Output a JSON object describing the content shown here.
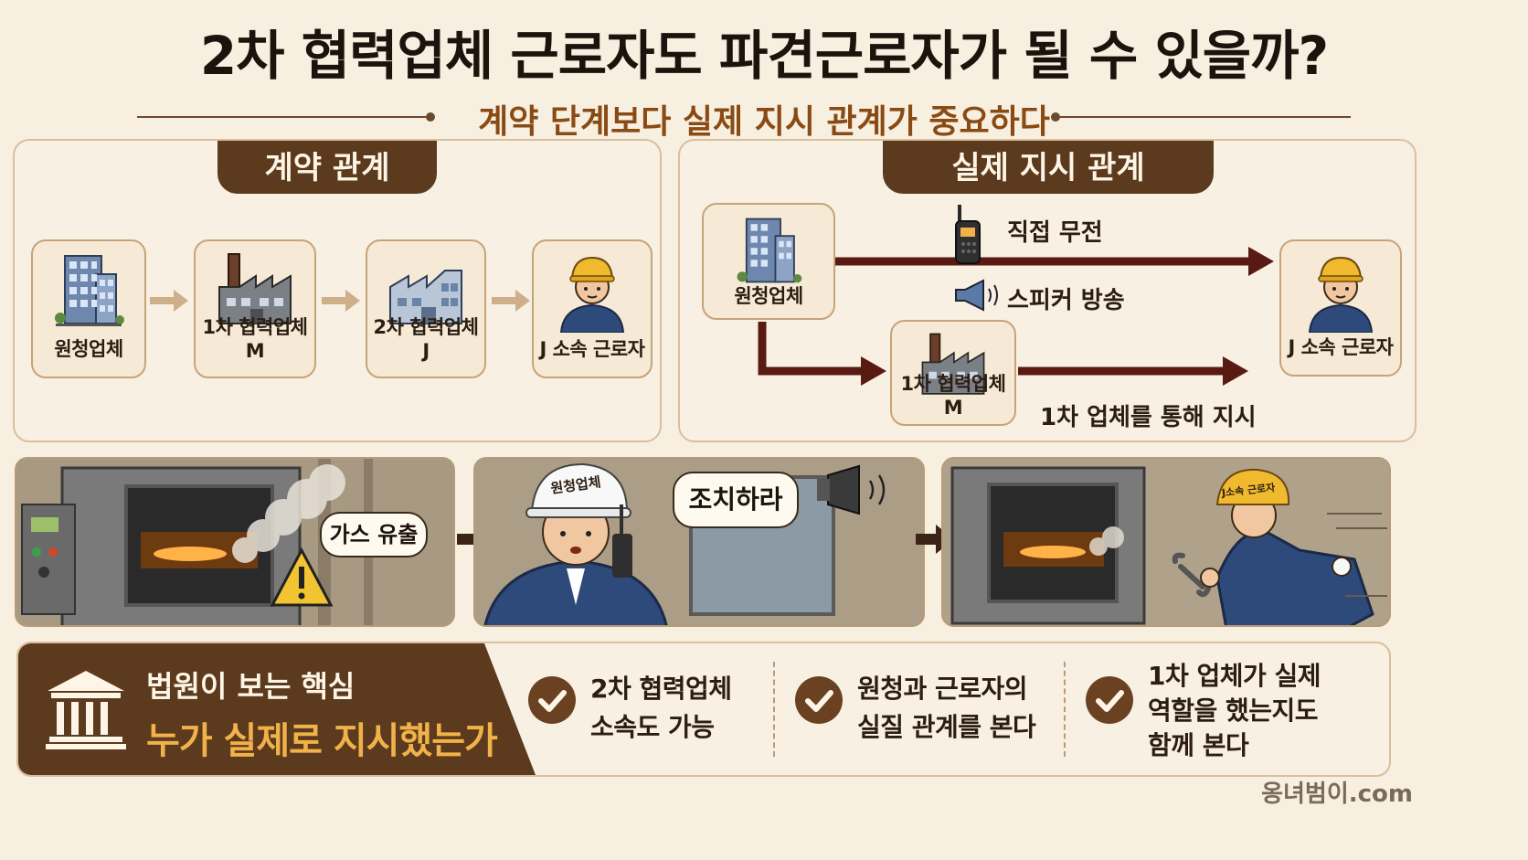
{
  "title": "2차 협력업체 근로자도 파견근로자가 될 수 있을까?",
  "subtitle": "계약 단계보다 실제 지시 관계가 중요하다",
  "contract_panel": {
    "header": "계약 관계",
    "nodes": [
      "원청업체",
      "1차 협력업체 M",
      "2차 협력업체 J",
      "J 소속 근로자"
    ]
  },
  "actual_panel": {
    "header": "실제 지시 관계",
    "principal": "원청업체",
    "subcontractor": "1차 협력업체 M",
    "worker": "J 소속 근로자",
    "labels": {
      "radio": "직접 무전",
      "speaker": "스피커 방송",
      "via": "1차 업체를 통해 지시"
    }
  },
  "scenes": {
    "gas_leak": "가스 유출",
    "helmet_text": "원청업체",
    "order": "조치하라",
    "worker_helmet": "J소속 근로자"
  },
  "bottom": {
    "court_line1": "법원이 보는 핵심",
    "court_line2": "누가 실제로 지시했는가",
    "checks": [
      {
        "line1": "2차 협력업체",
        "line2": "소속도 가능",
        "line3": ""
      },
      {
        "line1": "원청과 근로자의",
        "line2": "실질 관계를 본다",
        "line3": ""
      },
      {
        "line1": "1차 업체가 실제",
        "line2": "역할을 했는지도",
        "line3": "함께 본다"
      }
    ]
  },
  "watermark": "옹녀범이.com",
  "colors": {
    "background": "#f7efe0",
    "header_brown": "#5c3a1e",
    "arrow_dark": "#5a1a14",
    "flow_arrow": "#cfae8a",
    "accent_orange": "#8a4a14",
    "court_highlight": "#f2b24a"
  },
  "icons": [
    "office-building-icon",
    "factory-icon",
    "worker-icon",
    "walkie-talkie-icon",
    "megaphone-icon",
    "court-icon",
    "check-icon",
    "warning-icon"
  ]
}
